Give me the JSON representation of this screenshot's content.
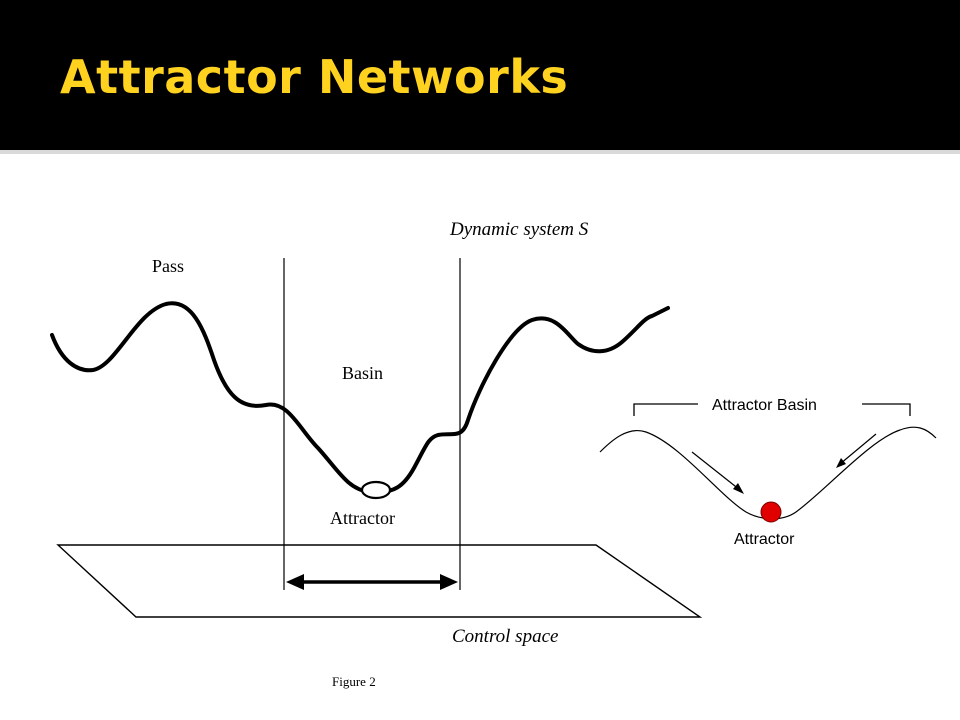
{
  "slide": {
    "title": "Attractor Networks"
  },
  "left_figure": {
    "system_label": "Dynamic system  S",
    "pass_label": "Pass",
    "basin_label": "Basin",
    "attractor_label": "Attractor",
    "control_space_label": "Control space",
    "caption": "Figure 2"
  },
  "right_figure": {
    "basin_label": "Attractor Basin",
    "attractor_label": "Attractor",
    "ball_color": "#e00000"
  }
}
